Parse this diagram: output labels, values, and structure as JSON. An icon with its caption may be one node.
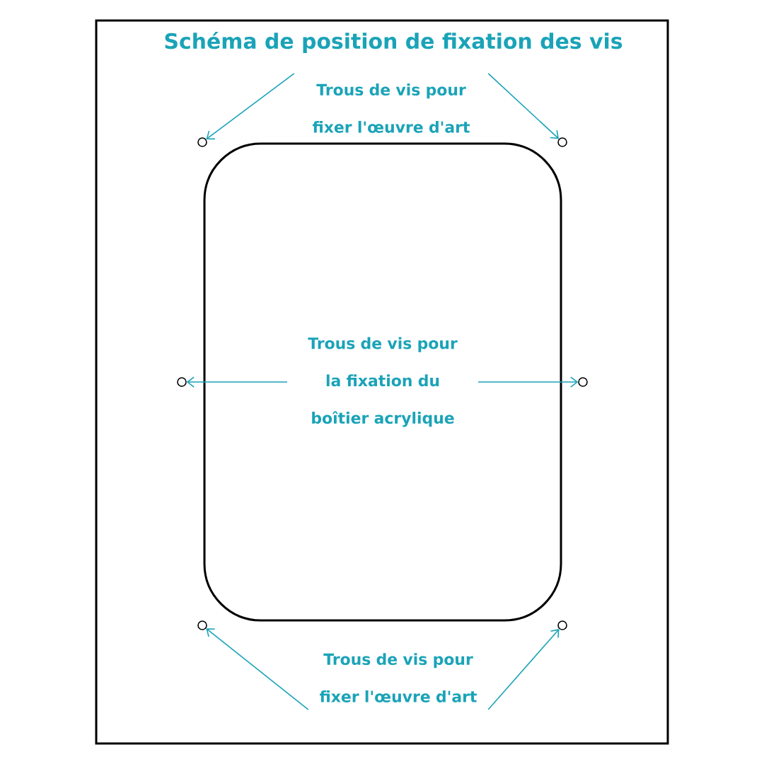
{
  "diagram": {
    "title": "Schéma de position de fixation des vis",
    "nodes": [
      {
        "text": [
          "Trous de vis pour fixer l'œuvre d'art"
        ]
      },
      {
        "text": [],
        "shape": "circle"
      },
      {
        "text": [],
        "shape": "circle"
      },
      {
        "text": [
          "Trous de vis pour la fixation du boîtier acrylique"
        ]
      },
      {
        "text": [],
        "shape": "circle"
      },
      {
        "text": [],
        "shape": "circle"
      },
      {
        "text": [],
        "shape": "circle"
      },
      {
        "text": [],
        "shape": "circle"
      },
      {
        "text": [
          "Trous de vis pour fixer l'œuvre d'art"
        ]
      }
    ],
    "edges": [
      {
        "from": 0,
        "to": 1,
        "arrow": "to"
      },
      {
        "from": 0,
        "to": 2,
        "arrow": "to"
      },
      {
        "from": 3,
        "to": 4,
        "arrow": "to"
      },
      {
        "from": 3,
        "to": 5,
        "arrow": "to"
      },
      {
        "from": 8,
        "to": 6,
        "arrow": "to"
      },
      {
        "from": 8,
        "to": 7,
        "arrow": "to"
      }
    ]
  }
}
